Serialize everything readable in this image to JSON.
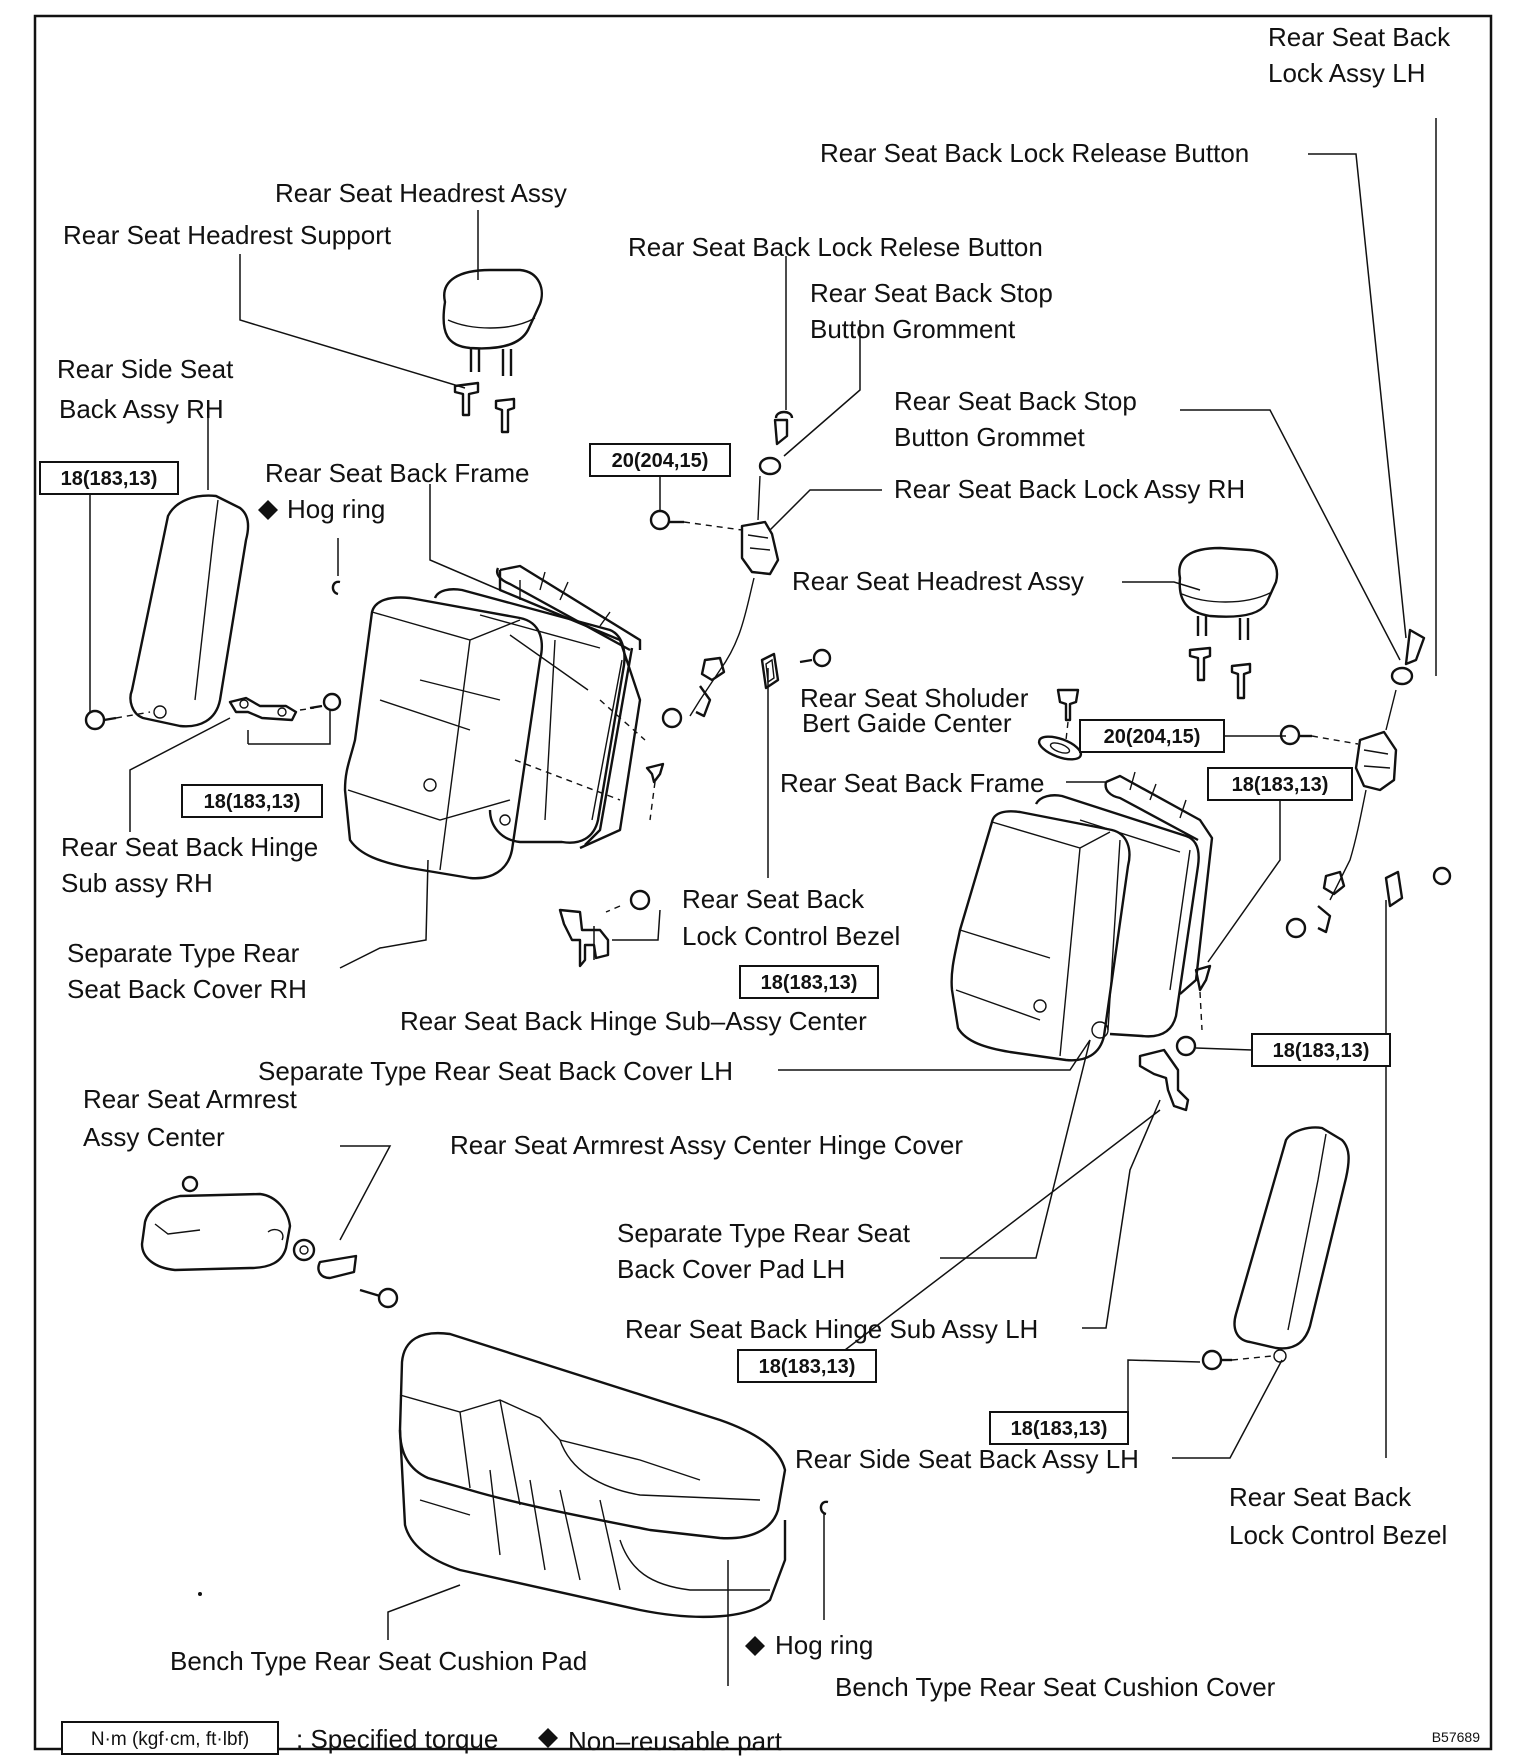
{
  "labels": {
    "lock_assy_lh": [
      "Rear Seat Back",
      "Lock Assy LH"
    ],
    "release_button_a": "Rear Seat Back Lock Release Button",
    "headrest_assy_rh": "Rear Seat Headrest Assy",
    "headrest_support": "Rear Seat Headrest Support",
    "release_button_b": "Rear Seat Back Lock Relese Button",
    "stop_button_gromment": [
      "Rear Seat Back Stop",
      "Button Gromment"
    ],
    "side_back_rh": [
      "Rear Side Seat",
      "Back Assy RH"
    ],
    "stop_button_grommet": [
      "Rear Seat Back Stop",
      "Button Grommet"
    ],
    "frame_rh": "Rear Seat Back Frame",
    "hog_ring_top": "Hog ring",
    "lock_assy_rh": "Rear Seat Back Lock Assy RH",
    "headrest_assy_lh": "Rear Seat Headrest Assy",
    "shoulder_belt_guide": [
      "Rear Seat Sholuder",
      "Bert Gaide Center"
    ],
    "frame_lh": "Rear Seat Back Frame",
    "hinge_rh": [
      "Rear  Seat  Back  Hinge",
      "Sub assy RH"
    ],
    "control_bezel_center": [
      "Rear Seat Back",
      "Lock Control Bezel"
    ],
    "cover_rh": [
      "Separate  Type  Rear",
      "Seat Back Cover RH"
    ],
    "hinge_center": "Rear Seat Back Hinge Sub–Assy Center",
    "cover_lh": "Separate Type Rear Seat Back Cover LH",
    "armrest": [
      "Rear Seat Armrest",
      "Assy Center"
    ],
    "armrest_hinge_cover": "Rear Seat Armrest Assy Center Hinge Cover",
    "cover_pad_lh": [
      "Separate Type Rear Seat",
      "Back Cover Pad LH"
    ],
    "hinge_lh": "Rear Seat Back Hinge Sub Assy LH",
    "side_back_lh": "Rear Side Seat Back Assy LH",
    "control_bezel_lh": [
      "Rear Seat Back",
      "Lock Control Bezel"
    ],
    "hog_ring_bottom": "Hog ring",
    "cushion_pad": "Bench Type Rear Seat Cushion Pad",
    "cushion_cover": "Bench Type Rear Seat Cushion Cover"
  },
  "torques": {
    "t1": "18(183,13)",
    "t2": "20(204,15)",
    "t3": "18(183,13)",
    "t4": "20(204,15)",
    "t5": "18(183,13)",
    "t6": "18(183,13)",
    "t7": "18(183,13)",
    "t8": "18(183,13)",
    "t9": "18(183,13)"
  },
  "legend": {
    "unit_box": "N·m (kgf·cm, ft·lbf)",
    "torque_text": ": Specified torque",
    "non_reusable": "Non–reusable part"
  },
  "figure_id": "B57689"
}
